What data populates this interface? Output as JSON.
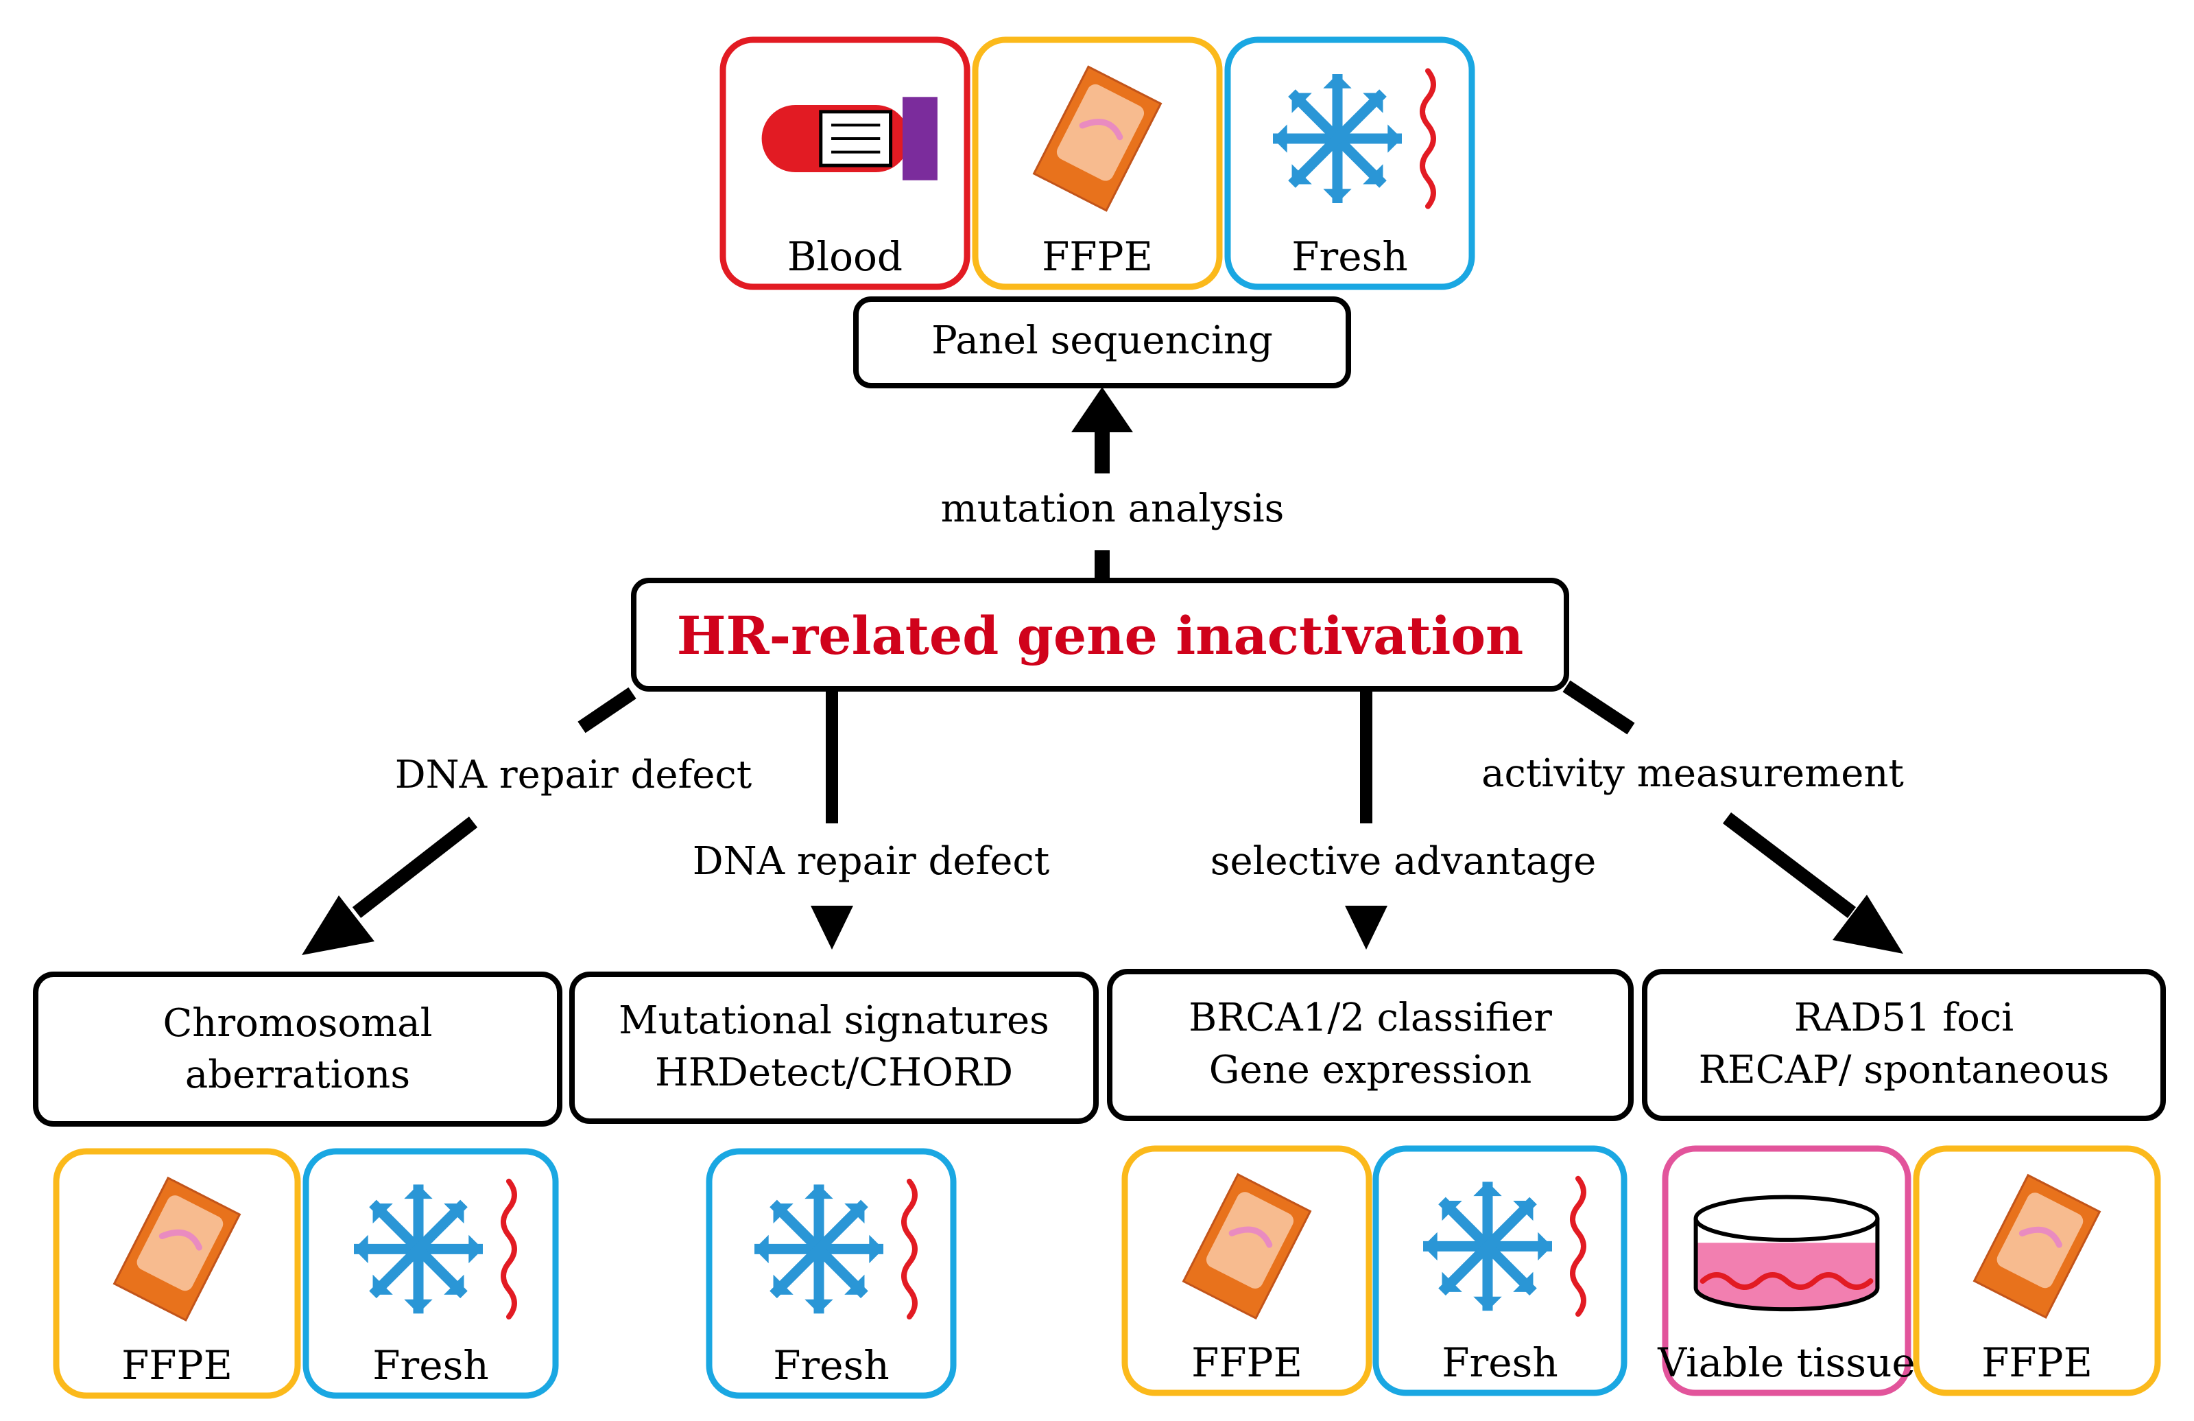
{
  "colors": {
    "title_red": "#d0021b",
    "blood": "#e21b23",
    "ffpe": "#fbb91b",
    "fresh": "#1aa7e2",
    "viable": "#e2549b",
    "snowflake": "#2a96d6",
    "wave": "#e21b23",
    "ffpe_body": "#e8721c",
    "ffpe_inner": "#f7bb8f",
    "ffpe_streak": "#e98bc0",
    "tube_cap": "#7b2c9c"
  },
  "top_samples": [
    {
      "label": "Blood",
      "kind": "blood",
      "icon": "blood-tube-icon"
    },
    {
      "label": "FFPE",
      "kind": "ffpe",
      "icon": "ffpe-block-icon"
    },
    {
      "label": "Fresh",
      "kind": "fresh",
      "icon": "snowflake-icon"
    }
  ],
  "panel_box": {
    "label": "Panel sequencing"
  },
  "mutation_label": "mutation analysis",
  "center": {
    "title": "HR-related gene inactivation"
  },
  "branches": [
    {
      "label": "DNA repair defect"
    },
    {
      "label": "DNA repair defect"
    },
    {
      "label": "selective advantage"
    },
    {
      "label": "activity measurement"
    }
  ],
  "method_boxes": [
    {
      "line1": "Chromosomal",
      "line2": "aberrations"
    },
    {
      "line1": "Mutational signatures",
      "line2": "HRDetect/CHORD"
    },
    {
      "line1": "BRCA1/2 classifier",
      "line2": "Gene expression"
    },
    {
      "line1": "RAD51 foci",
      "line2": "RECAP/ spontaneous"
    }
  ],
  "bottom_samples": [
    {
      "label": "FFPE",
      "kind": "ffpe",
      "icon": "ffpe-block-icon"
    },
    {
      "label": "Fresh",
      "kind": "fresh",
      "icon": "snowflake-icon"
    },
    {
      "label": "Fresh",
      "kind": "fresh",
      "icon": "snowflake-icon"
    },
    {
      "label": "FFPE",
      "kind": "ffpe",
      "icon": "ffpe-block-icon"
    },
    {
      "label": "Fresh",
      "kind": "fresh",
      "icon": "snowflake-icon"
    },
    {
      "label": "Viable tissue",
      "kind": "viable",
      "icon": "culture-dish-icon"
    },
    {
      "label": "FFPE",
      "kind": "ffpe",
      "icon": "ffpe-block-icon"
    }
  ]
}
